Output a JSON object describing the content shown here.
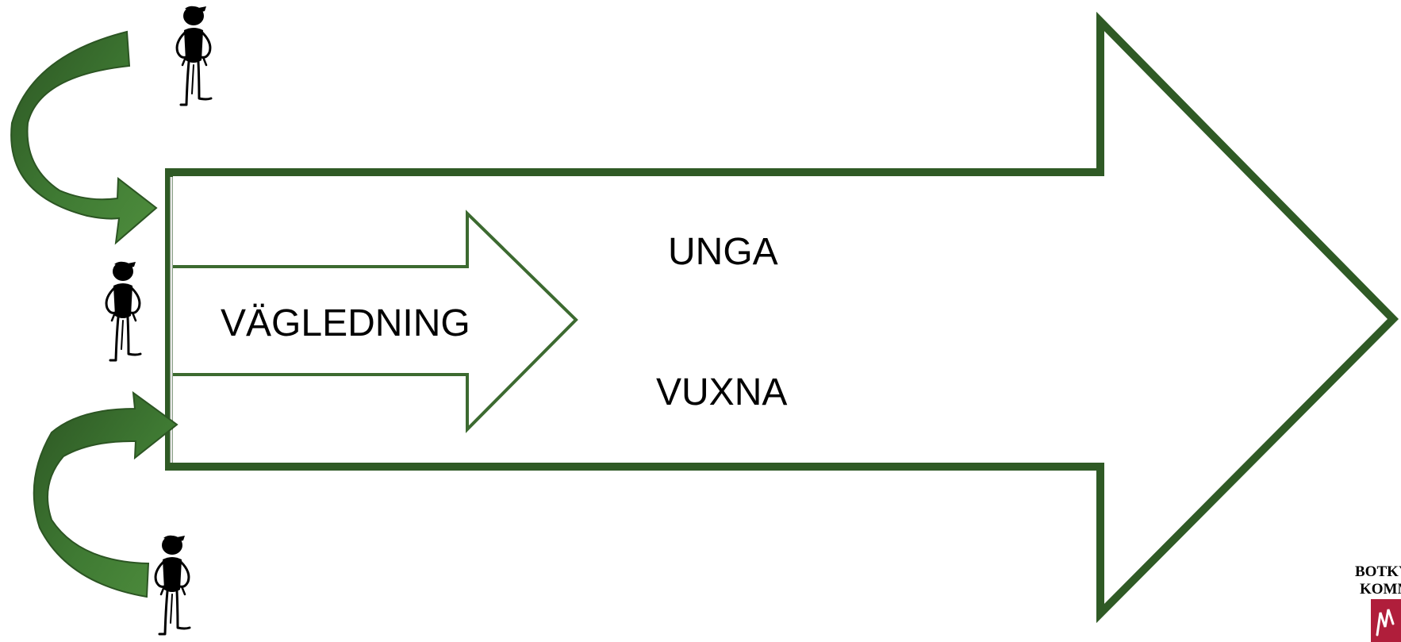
{
  "labels": {
    "vagledning": "VÄGLEDNING",
    "unga": "UNGA",
    "vuxna": "VUXNA"
  },
  "logo": {
    "line1": "BOTKYRKA",
    "line2": "KOMMUN"
  },
  "colors": {
    "arrow_outline": "#2f5a25",
    "curved_arrow_fill": "#3f7a33",
    "curved_arrow_dark": "#2c5523",
    "figure": "#000000",
    "logo_red": "#b01e3b"
  },
  "icons": [
    "person-figure-icon",
    "curved-arrow-icon"
  ]
}
